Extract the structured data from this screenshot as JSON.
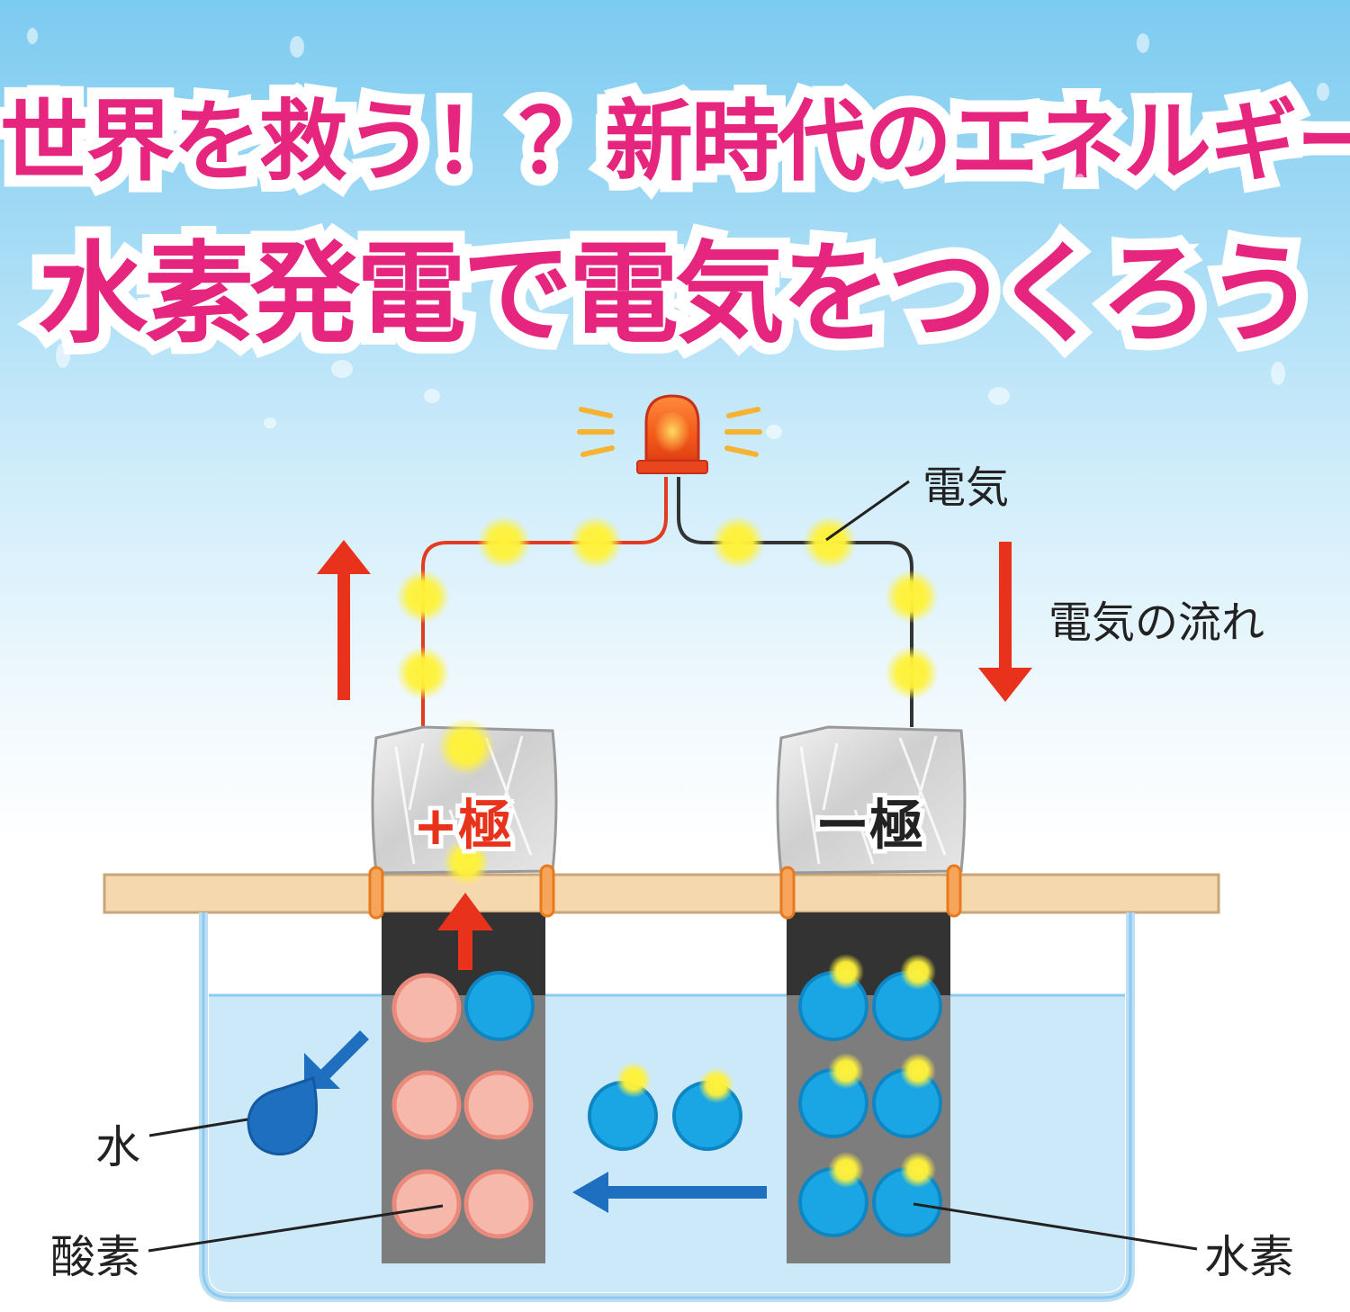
{
  "title": {
    "line1": "世界を救う！？新時代のエネルギー",
    "line2": "水素発電で電気をつくろう"
  },
  "labels": {
    "electricity": "電気",
    "current_flow": "電気の流れ",
    "positive_electrode": "+極",
    "negative_electrode": "ー極",
    "water": "水",
    "oxygen": "酸素",
    "hydrogen": "水素"
  },
  "colors": {
    "title_pink": "#e6257f",
    "arrow_red": "#e8321c",
    "arrow_blue": "#1f6fc0",
    "hydrogen_blue": "#1aa6e4",
    "oxygen_pink": "#f6b8aa",
    "electron_yellow": "#fff23a"
  }
}
